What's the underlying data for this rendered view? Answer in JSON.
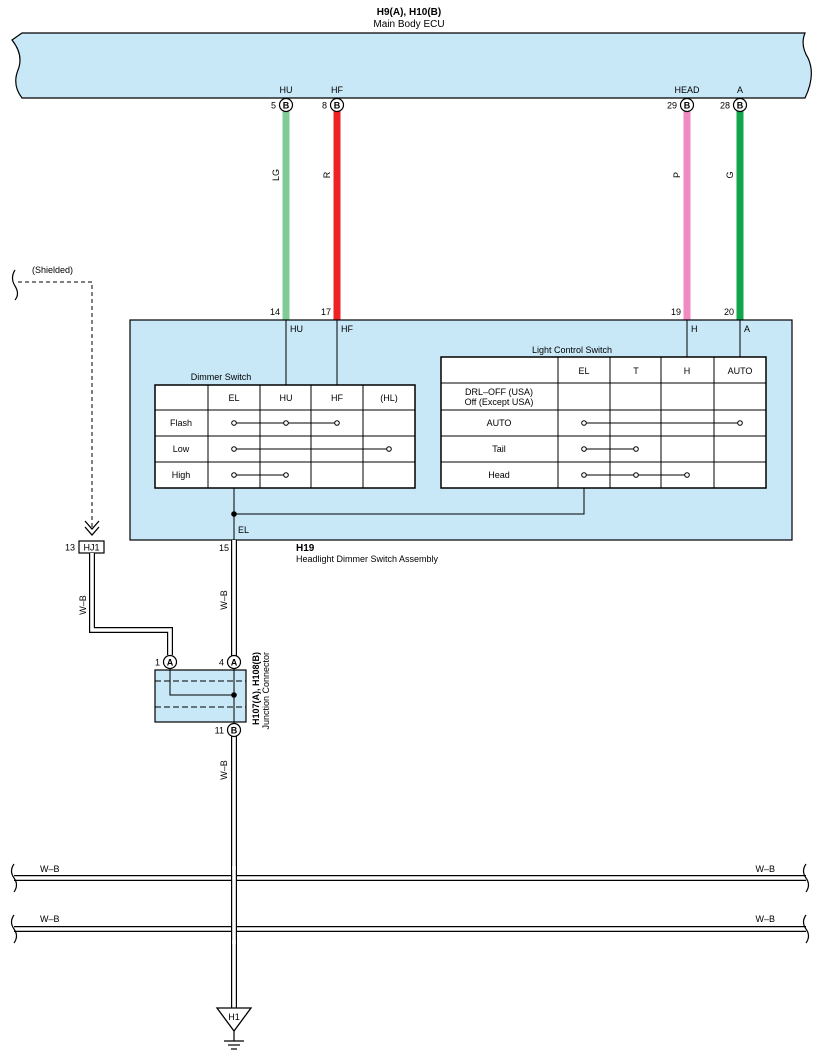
{
  "ecu": {
    "code": "H9(A), H10(B)",
    "name": "Main Body ECU"
  },
  "ecu_pins": [
    {
      "signal": "HU",
      "num": "5",
      "conn": "B",
      "wire": "LG",
      "color": "#7fcc96"
    },
    {
      "signal": "HF",
      "num": "8",
      "conn": "B",
      "wire": "R",
      "color": "#ee2024"
    },
    {
      "signal": "HEAD",
      "num": "29",
      "conn": "B",
      "wire": "P",
      "color": "#f08ac0"
    },
    {
      "signal": "A",
      "num": "28",
      "conn": "B",
      "wire": "G",
      "color": "#13a54b"
    }
  ],
  "switch_pins": [
    {
      "num": "14",
      "label": "HU"
    },
    {
      "num": "17",
      "label": "HF"
    },
    {
      "num": "19",
      "label": "H"
    },
    {
      "num": "20",
      "label": "A"
    }
  ],
  "shielded_label": "(Shielded)",
  "dimmer": {
    "title": "Dimmer Switch",
    "columns": [
      "EL",
      "HU",
      "HF",
      "(HL)"
    ],
    "rows": [
      "Flash",
      "Low",
      "High"
    ]
  },
  "light_control": {
    "title": "Light Control Switch",
    "columns": [
      "EL",
      "T",
      "H",
      "AUTO"
    ],
    "rows": [
      "DRL–OFF (USA)",
      "Off (Except USA)",
      "AUTO",
      "Tail",
      "Head"
    ]
  },
  "switch_assembly": {
    "code": "H19",
    "name": "Headlight Dimmer Switch Assembly",
    "el_label": "EL",
    "el_pin": "15"
  },
  "hj1": {
    "num": "13",
    "label": "HJ1"
  },
  "wire_wb": "W–B",
  "junction": {
    "code": "H107(A), H108(B)",
    "name": "Junction Connector",
    "pins": [
      {
        "num": "1",
        "conn": "A"
      },
      {
        "num": "4",
        "conn": "A"
      },
      {
        "num": "11",
        "conn": "B"
      }
    ]
  },
  "ground": {
    "label": "H1"
  },
  "colors": {
    "fill": "#c8e8f8",
    "wire_white": "#ffffff",
    "outline": "#000000"
  }
}
